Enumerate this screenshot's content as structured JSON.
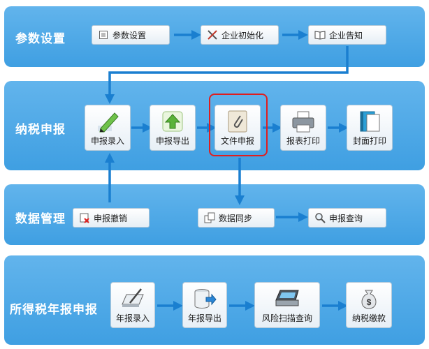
{
  "sections": {
    "params": "参数设置",
    "tax": "纳税申报",
    "data": "数据管理",
    "income": "所得税年报申报"
  },
  "params": {
    "settings": "参数设置",
    "init": "企业初始化",
    "notice": "企业告知"
  },
  "tax": {
    "entry": "申报录入",
    "export": "申报导出",
    "file": "文件申报",
    "print_report": "报表打印",
    "print_cover": "封面打印"
  },
  "data_mgmt": {
    "revoke": "申报撤销",
    "sync": "数据同步",
    "query": "申报查询"
  },
  "income": {
    "entry": "年报录入",
    "export": "年报导出",
    "risk": "风险扫描查询",
    "pay": "纳税缴款"
  },
  "colors": {
    "panel": "#4aa7e6",
    "arrow": "#1a7fd0",
    "highlight": "#e01e1e"
  }
}
